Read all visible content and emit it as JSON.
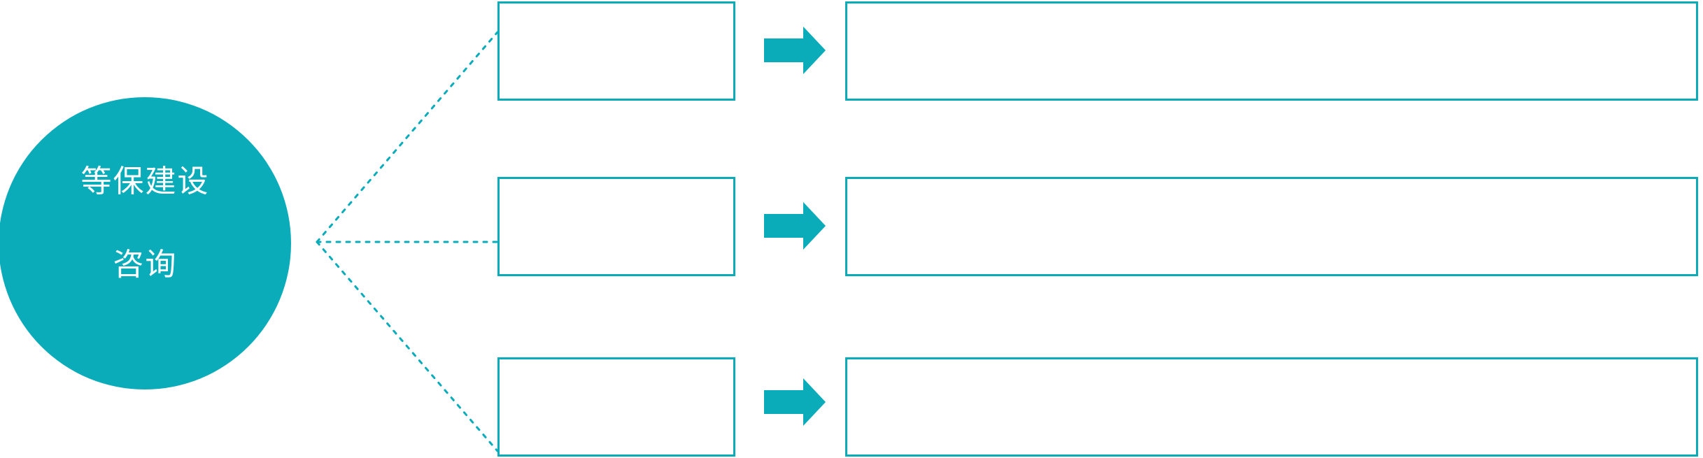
{
  "theme": {
    "accent": "#0AACBA",
    "accent_dark": "#0AA3B3",
    "background": "#FFFFFF",
    "hub_text_color": "#FFFFFF",
    "box_border_color": "#0AACBA"
  },
  "hub": {
    "name": "等保建设咨询",
    "line1": "等保建设",
    "line2": "咨询"
  },
  "connectors": {
    "style": "dotted",
    "count": 3
  },
  "arrow": {
    "icon": "arrow-right-icon",
    "count": 3
  },
  "rows": [
    {
      "id": "row-1",
      "label": "",
      "detail": ""
    },
    {
      "id": "row-2",
      "label": "",
      "detail": ""
    },
    {
      "id": "row-3",
      "label": "",
      "detail": ""
    }
  ]
}
